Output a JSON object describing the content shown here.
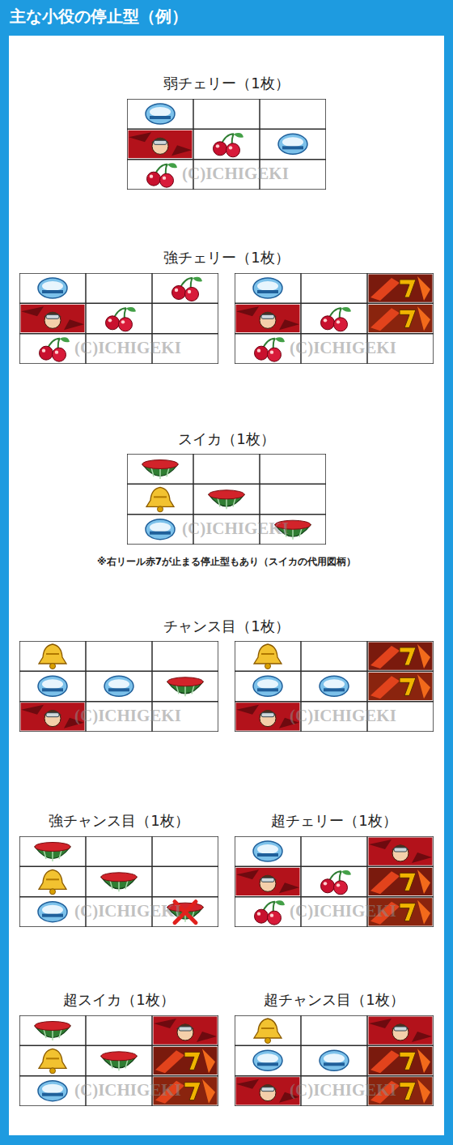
{
  "diagram": {
    "title": "主な小役の停止型（例）",
    "nodes": [
      {
        "text": [
          "(C)ICHIGEKI"
        ]
      },
      {
        "text": [
          "(C)ICHIGEKI"
        ]
      },
      {
        "text": [
          "(C)ICHIGEKI"
        ]
      },
      {
        "text": [
          "(C)ICHIGEKI"
        ]
      },
      {
        "text": [
          "(C)ICHIGEKI"
        ]
      },
      {
        "text": [
          "(C)ICHIGEKI"
        ]
      },
      {
        "text": [
          "(C)ICHIGEKI"
        ]
      },
      {
        "text": [
          "(C)ICHIGEKI"
        ]
      },
      {
        "text": [
          "(C)ICHIGEKI"
        ]
      },
      {
        "text": [
          "(C)ICHIGEKI"
        ]
      }
    ],
    "labels": [
      "弱チェリー（1枚）",
      "強チェリー（1枚）",
      "スイカ（1枚）",
      "※右リール赤7が止まる停止型もあり（スイカの代用図柄）",
      "チャンス目（1枚）",
      "強チャンス目（1枚）",
      "超チェリー（1枚）",
      "超スイカ（1枚）",
      "超チャンス目（1枚）"
    ]
  }
}
